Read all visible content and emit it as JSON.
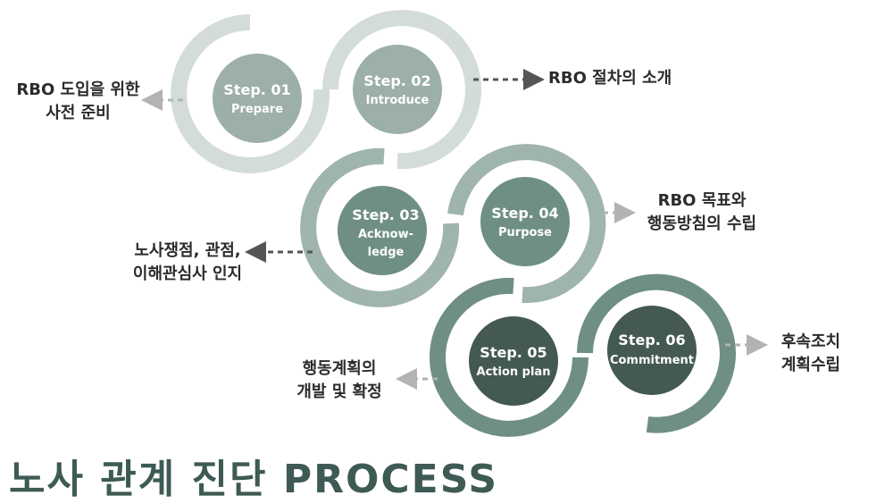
{
  "title": "노사 관계 진단 PROCESS",
  "steps": [
    {
      "num": "Step. 01",
      "name": "Prepare"
    },
    {
      "num": "Step. 02",
      "name": "Introduce"
    },
    {
      "num": "Step. 03",
      "name_lines": [
        "Acknow-",
        "ledge"
      ]
    },
    {
      "num": "Step. 04",
      "name": "Purpose"
    },
    {
      "num": "Step. 05",
      "name": "Action plan"
    },
    {
      "num": "Step. 06",
      "name": "Commitment"
    }
  ],
  "notes": {
    "step1": [
      "RBO 도입을 위한",
      "사전 준비"
    ],
    "step2": [
      "RBO 절차의 소개"
    ],
    "step3": [
      "노사쟁점, 관점,",
      "이해관심사 인지"
    ],
    "step4": [
      "RBO 목표와",
      "행동방침의 수립"
    ],
    "step5": [
      "행동계획의",
      "개발 및 확정"
    ],
    "step6": [
      "후속조치",
      "계획수립"
    ]
  },
  "colors": {
    "row1_ring": "#d3dcd9",
    "row1_circle": "#9cafa9",
    "row2_ring": "#9fb4ad",
    "row2_circle": "#6f8f86",
    "row3_ring": "#6f8e85",
    "row3_circle": "#44594f",
    "title": "#3e5a54"
  }
}
